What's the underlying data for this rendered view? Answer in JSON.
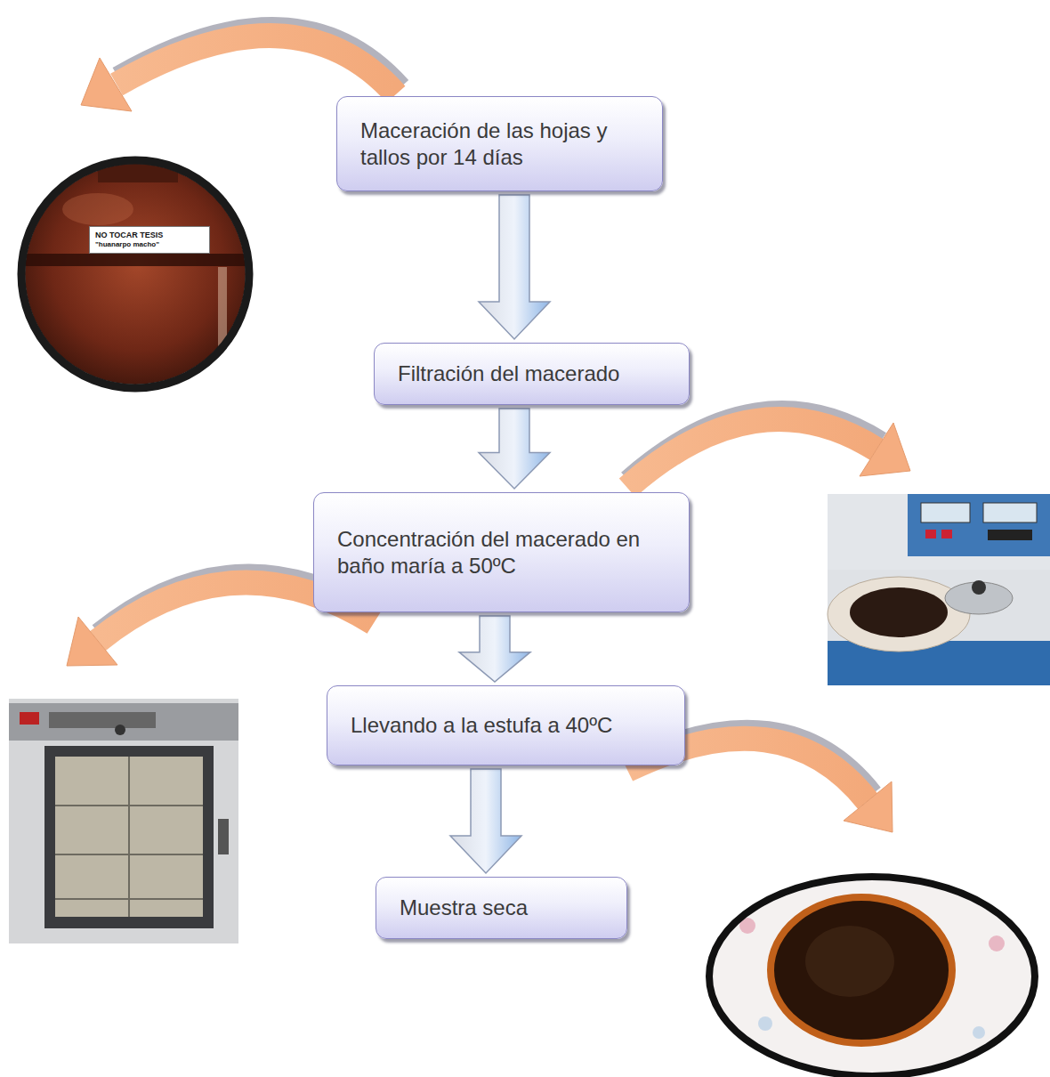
{
  "diagram": {
    "nodes": [
      {
        "text": [
          "Maceración de las hojas y tallos por 14 días"
        ]
      },
      {
        "text": [
          "Filtración del macerado"
        ]
      },
      {
        "text": [
          "Concentración del macerado en baño maría a 50ºC"
        ]
      },
      {
        "text": [
          "Llevando a la estufa a 40ºC"
        ]
      },
      {
        "text": [
          "Muestra seca"
        ]
      }
    ],
    "edges": [
      {
        "from": 0,
        "to": 1,
        "arrow": "to"
      },
      {
        "from": 1,
        "to": 2,
        "arrow": "to"
      },
      {
        "from": 2,
        "to": 3,
        "arrow": "to"
      },
      {
        "from": 3,
        "to": 4,
        "arrow": "to"
      }
    ],
    "labels": [
      "NO TOCAR TESIS",
      "\"huanarpo macho\""
    ]
  }
}
